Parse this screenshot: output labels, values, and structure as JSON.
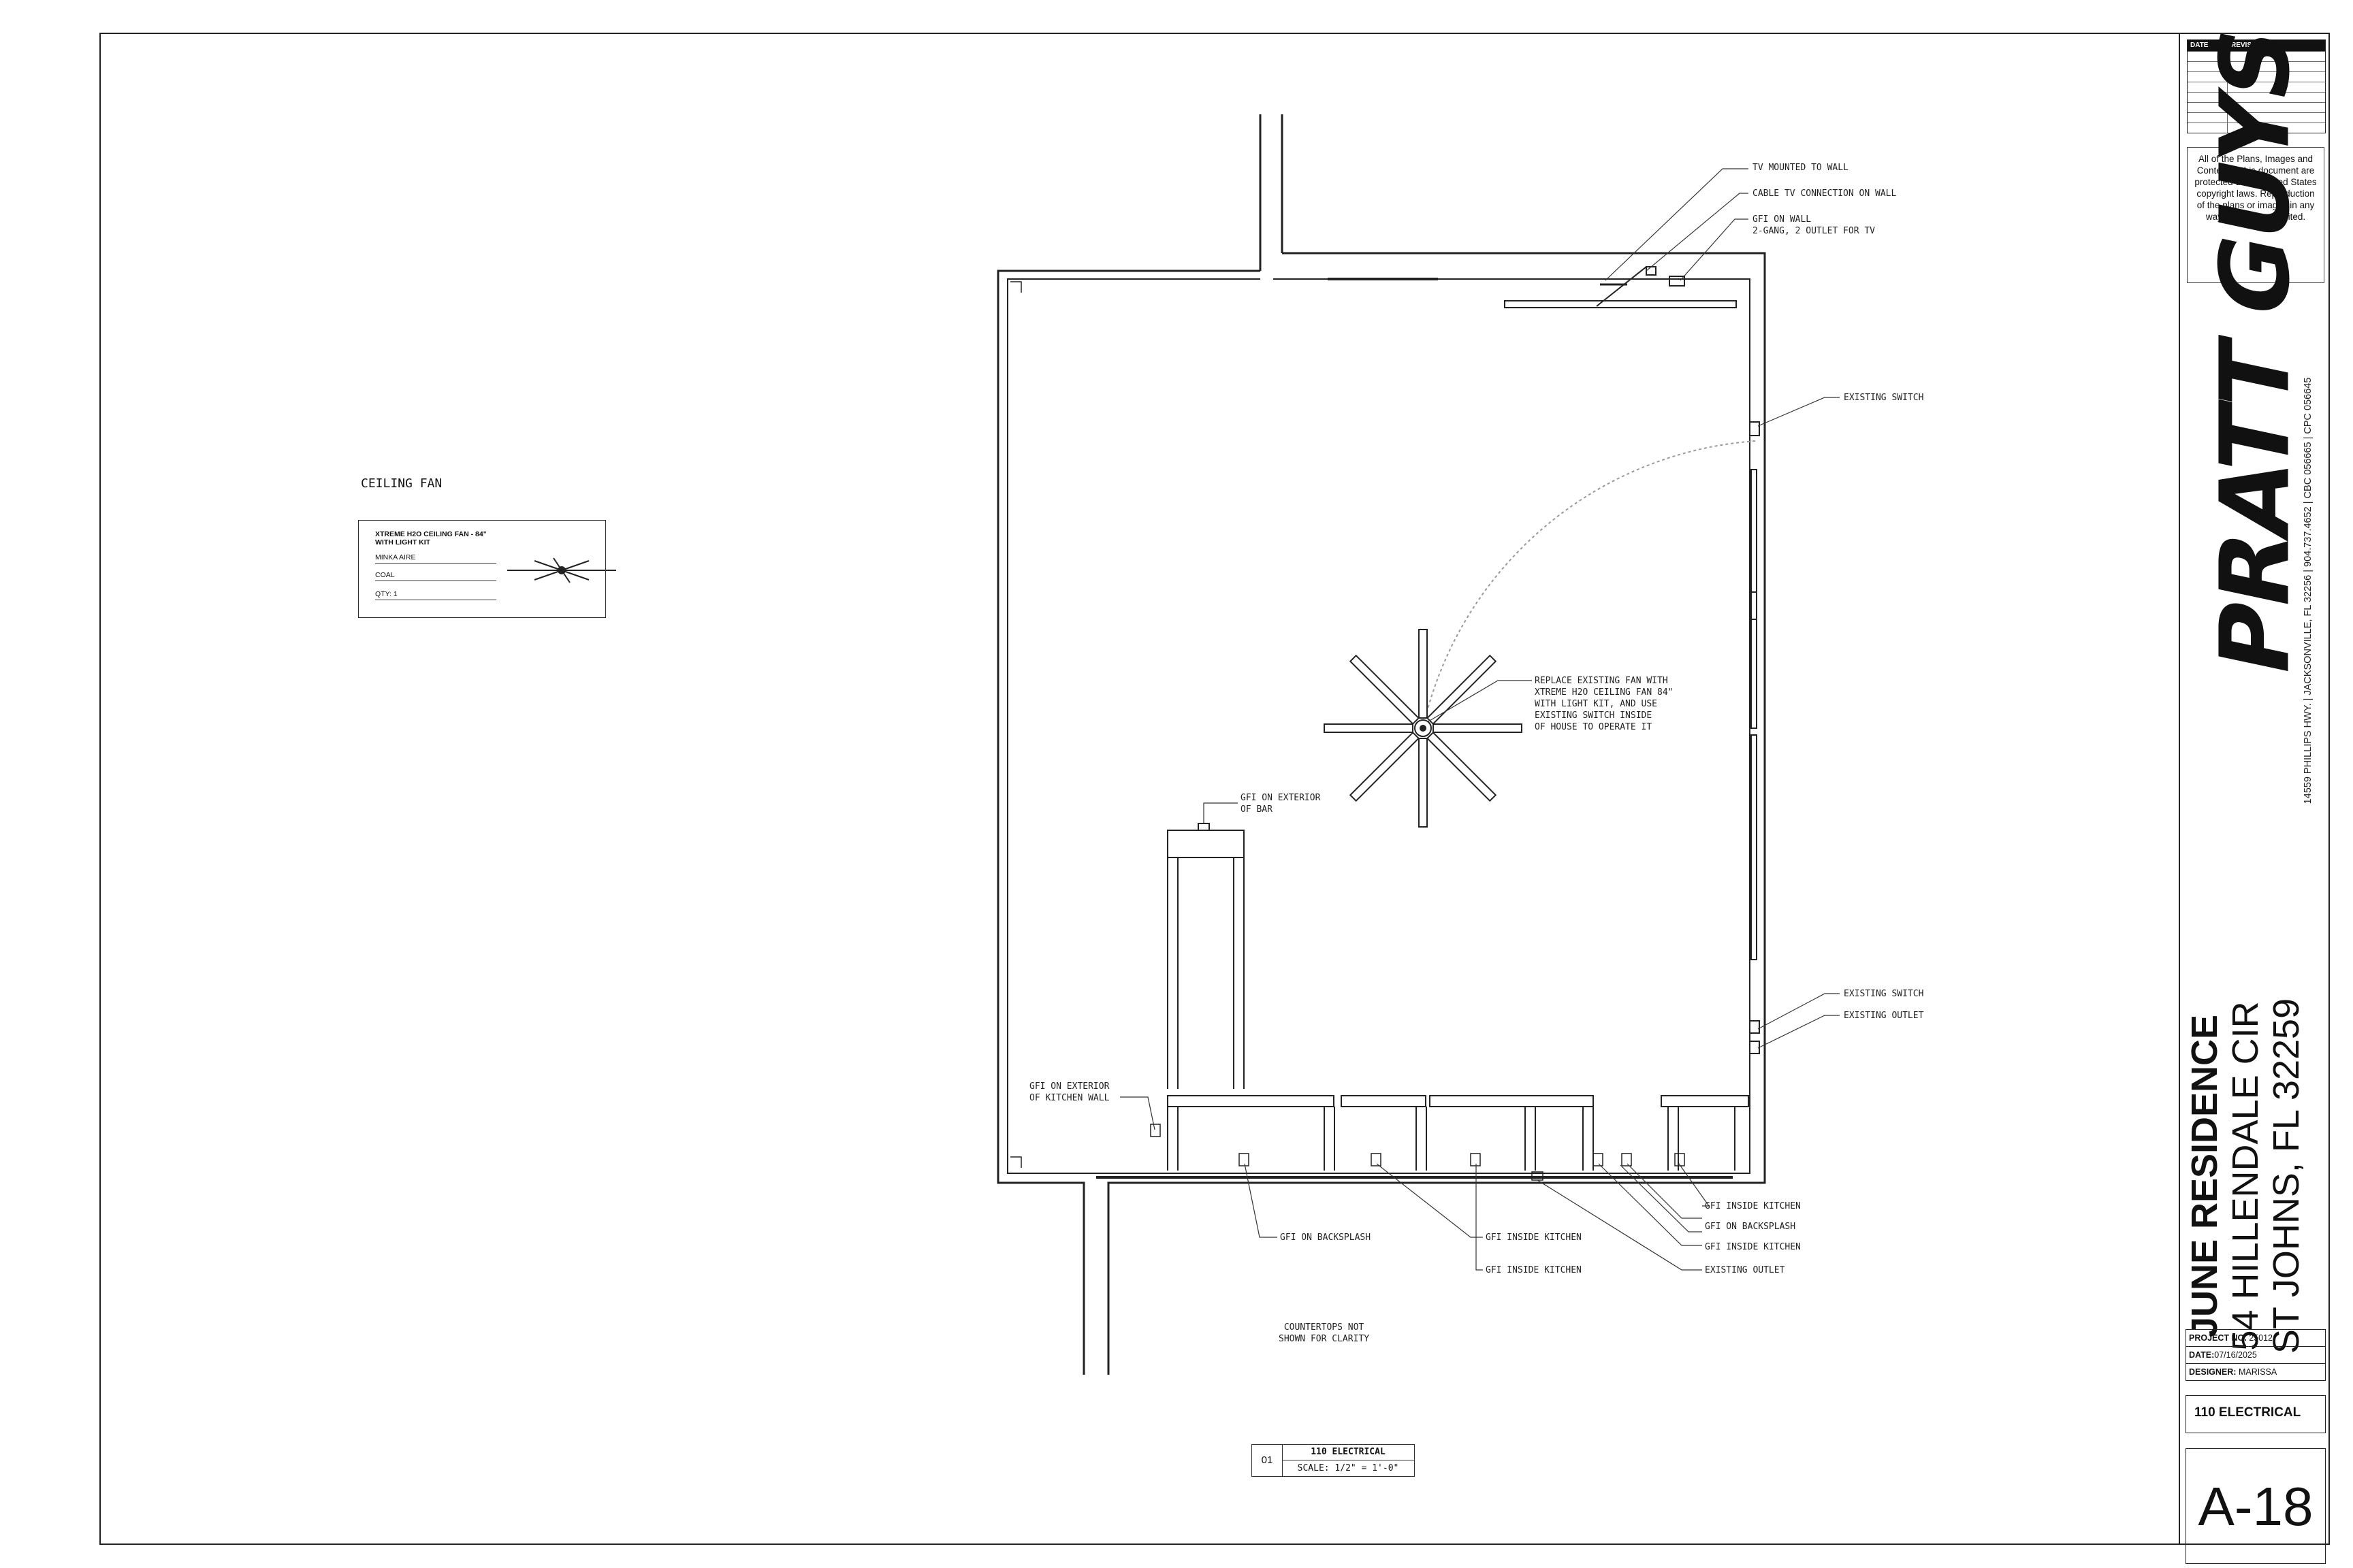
{
  "title_block": {
    "revision_headers": [
      "DATE",
      "REVISION"
    ],
    "copyright": "All of the Plans, Images and Content in this document are protected under United States copyright laws. Reproduction of the plans or images in any way is strictly prohibited.",
    "company_logo": "PRATT GUYS",
    "company_address": "14559 PHILLIPS HWY. | JACKSONVILLE, FL 32256 | 904.737.4652 | CBC 056665 | CPC 056645",
    "project_name": "JUNE RESIDENCE",
    "project_street": "54 HILLENDALE CIR",
    "project_city": "ST JOHNS, FL 32259",
    "project_no_label": "PROJECT NO.",
    "project_no": "25012",
    "date_label": "DATE:",
    "date": "07/16/2025",
    "designer_label": "DESIGNER:",
    "designer": "MARISSA",
    "sheet_name": "110 ELECTRICAL",
    "sheet_number": "A-18"
  },
  "legend": {
    "title": "CEILING FAN",
    "item_name": "XTREME H2O CEILING FAN - 84\" WITH LIGHT KIT",
    "manufacturer": "MINKA AIRE",
    "finish": "COAL",
    "qty": "QTY: 1"
  },
  "annotations": {
    "tv_mounted": "TV MOUNTED TO WALL",
    "cable_tv": "CABLE TV CONNECTION ON WALL",
    "gfi_wall": "GFI ON WALL\n2-GANG, 2 OUTLET FOR TV",
    "existing_switch_top": "EXISTING SWITCH",
    "replace_fan": "REPLACE EXISTING FAN WITH\nXTREME H2O CEILING FAN 84\"\nWITH LIGHT KIT, AND USE\nEXISTING SWITCH INSIDE\nOF HOUSE TO OPERATE IT",
    "gfi_bar": "GFI ON EXTERIOR\nOF BAR",
    "existing_switch_bottom": "EXISTING SWITCH",
    "existing_outlet_right": "EXISTING OUTLET",
    "gfi_kitchen_wall": "GFI ON EXTERIOR\nOF KITCHEN WALL",
    "gfi_backsplash_left": "GFI ON BACKSPLASH",
    "gfi_inside_kitchen_1": "GFI INSIDE KITCHEN",
    "gfi_inside_kitchen_2": "GFI INSIDE KITCHEN",
    "gfi_inside_kitchen_3": "GFI INSIDE KITCHEN",
    "gfi_backsplash_right": "GFI ON BACKSPLASH",
    "gfi_inside_kitchen_4": "GFI INSIDE KITCHEN",
    "existing_outlet_bottom": "EXISTING OUTLET",
    "countertops": "COUNTERTOPS NOT\nSHOWN FOR CLARITY"
  },
  "drawing_title": {
    "number": "01",
    "title": "110 ELECTRICAL",
    "scale": "SCALE: 1/2\" = 1'-0\""
  }
}
